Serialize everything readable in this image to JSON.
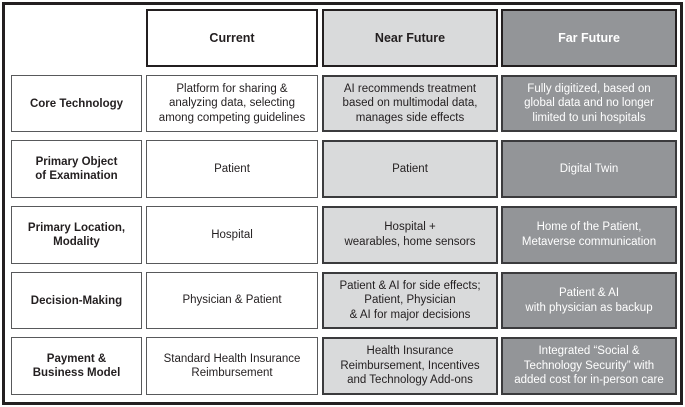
{
  "figure": {
    "type": "comparison-matrix",
    "columns": [
      {
        "id": "label",
        "header": ""
      },
      {
        "id": "current",
        "header": "Current",
        "style": "white",
        "fill": "#ffffff",
        "text_color": "#231f20"
      },
      {
        "id": "near",
        "header": "Near Future",
        "style": "light",
        "fill": "#d9dadb",
        "text_color": "#231f20"
      },
      {
        "id": "far",
        "header": "Far Future",
        "style": "dark",
        "fill": "#939598",
        "text_color": "#ffffff"
      }
    ],
    "rows": [
      {
        "label": "Core Technology",
        "current": "Platform for sharing &\nanalyzing data, selecting\namong competing guidelines",
        "near": "AI recommends treatment\nbased on multimodal data,\nmanages side effects",
        "far": "Fully digitized, based on\nglobal data and no longer\nlimited to uni hospitals"
      },
      {
        "label": "Primary Object\nof Examination",
        "current": "Patient",
        "near": "Patient",
        "far": "Digital Twin"
      },
      {
        "label": "Primary Location,\nModality",
        "current": "Hospital",
        "near": "Hospital +\nwearables, home sensors",
        "far": "Home of the Patient,\nMetaverse communication"
      },
      {
        "label": "Decision-Making",
        "current": "Physician & Patient",
        "near": "Patient & AI for side effects;\nPatient, Physician\n& AI for major decisions",
        "far": "Patient & AI\nwith physician as backup"
      },
      {
        "label": "Payment &\nBusiness Model",
        "current": "Standard Health Insurance\nReimbursement",
        "near": "Health Insurance\nReimbursement, Incentives\nand Technology Add-ons",
        "far": "Integrated “Social &\nTechnology Security” with\nadded cost for in-person care"
      }
    ]
  }
}
